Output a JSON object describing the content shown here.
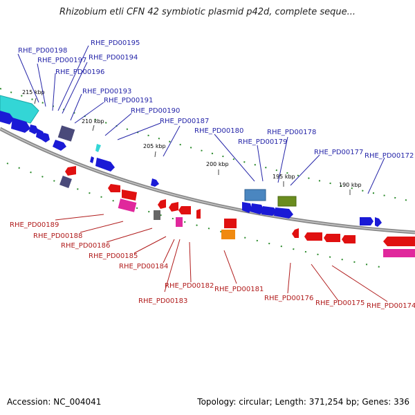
{
  "title": "Rhizobium etli CFN 42 symbiotic plasmid p42d, complete seque...",
  "footer": {
    "accession": "Accession: NC_004041",
    "summary": "Topology: circular; Length: 371,254 bp; Genes: 336"
  },
  "ticks": [
    "215 kbp",
    "210 kbp",
    "205 kbp",
    "200 kbp",
    "195 kbp",
    "190 kbp"
  ],
  "labels_top": [
    "RHE_PD00198",
    "RHE_PD00197",
    "RHE_PD00196",
    "RHE_PD00195",
    "RHE_PD00194",
    "RHE_PD00193",
    "RHE_PD00191",
    "RHE_PD00190",
    "RHE_PD00187",
    "RHE_PD00180",
    "RHE_PD00179",
    "RHE_PD00178",
    "RHE_PD00177",
    "RHE_PD00172"
  ],
  "labels_bottom": [
    "RHE_PD00189",
    "RHE_PD00188",
    "RHE_PD00186",
    "RHE_PD00185",
    "RHE_PD00184",
    "RHE_PD00183",
    "RHE_PD00182",
    "RHE_PD00181",
    "RHE_PD00176",
    "RHE_PD00175",
    "RHE_PD00174"
  ],
  "colors": {
    "forward_strand": "#1a1ad6",
    "reverse_strand": "#e01010",
    "backbone": "#8a8a8a",
    "label_forward": "#2424a8",
    "label_reverse": "#b01a1a",
    "cyan": "#33d6d6",
    "magenta": "#e0289c",
    "steel_blue": "#4a86c0",
    "olive": "#6a8c1e",
    "orange": "#f08a10",
    "slate": "#4a4a7a",
    "gc_marks": "#2a8a2a"
  }
}
